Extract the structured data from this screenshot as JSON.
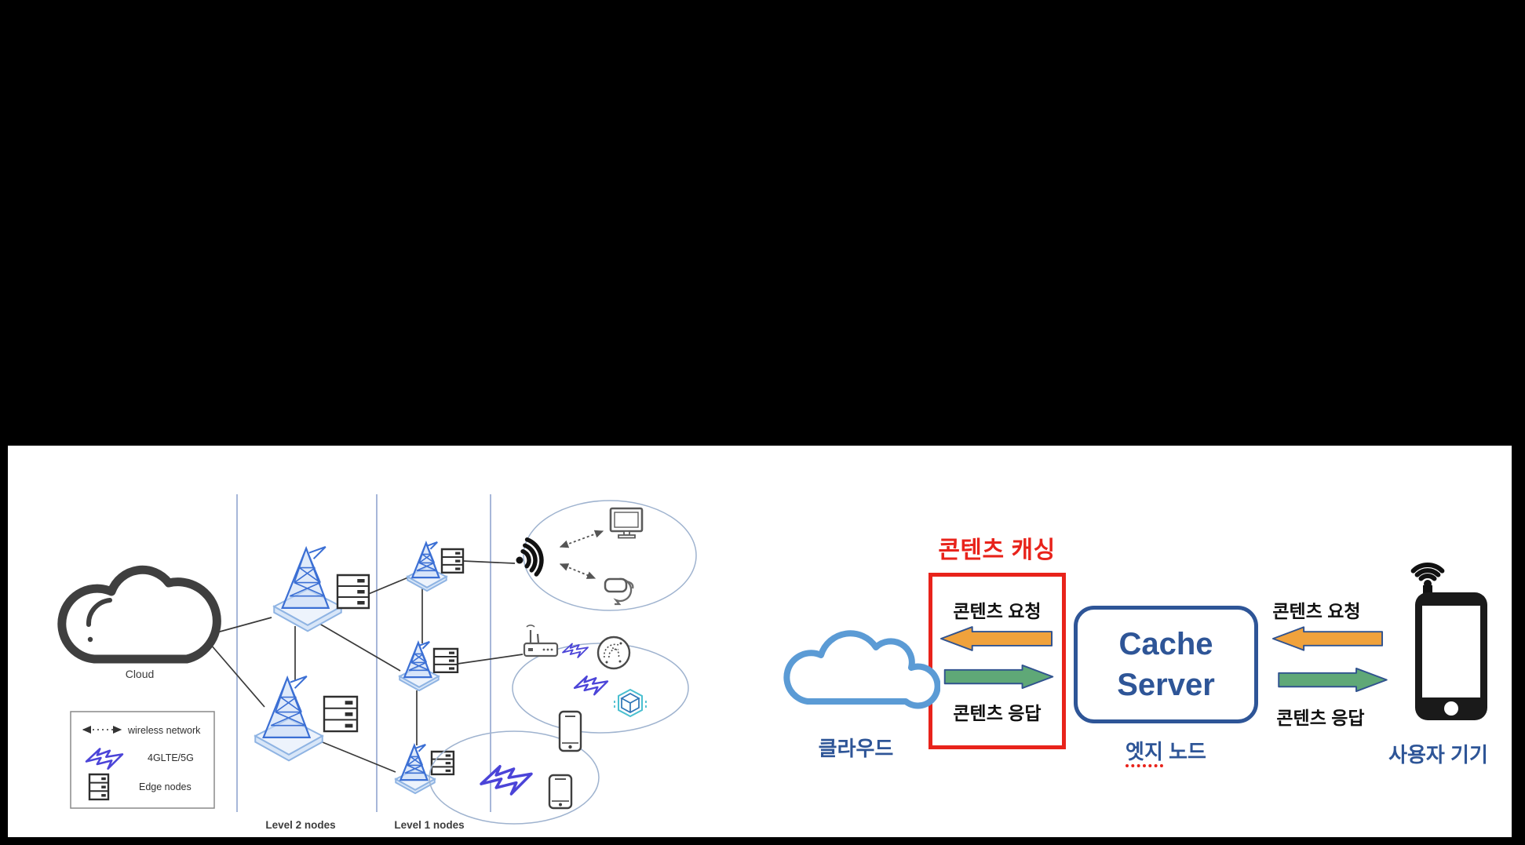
{
  "left": {
    "cloud_label": "Cloud",
    "legend": {
      "wireless": "wireless network",
      "lte": "4GLTE/5G",
      "edge": "Edge nodes"
    },
    "level2_label": "Level 2 nodes",
    "level1_label": "Level 1 nodes"
  },
  "right": {
    "title": "콘텐츠 캐싱",
    "cloud_label": "클라우드",
    "cache_line1": "Cache",
    "cache_line2": "Server",
    "edge_word1": "엣지",
    "edge_word2": " 노드",
    "user_label": "사용자 기기",
    "flow_left": {
      "request": "콘텐츠 요청",
      "response": "콘텐츠 응답"
    },
    "flow_right": {
      "request": "콘텐츠 요청",
      "response": "콘텐츠 응답"
    }
  },
  "colors": {
    "accent_red": "#E8231B",
    "navy": "#2E5597",
    "cloud_stroke": "#5B9BD5",
    "request_arrow": "#F0A23C",
    "response_arrow": "#5FA877",
    "arrow_outline": "#31538F",
    "bolt_purple": "#4B44D8",
    "tower_blue": "#3B6FD4"
  }
}
